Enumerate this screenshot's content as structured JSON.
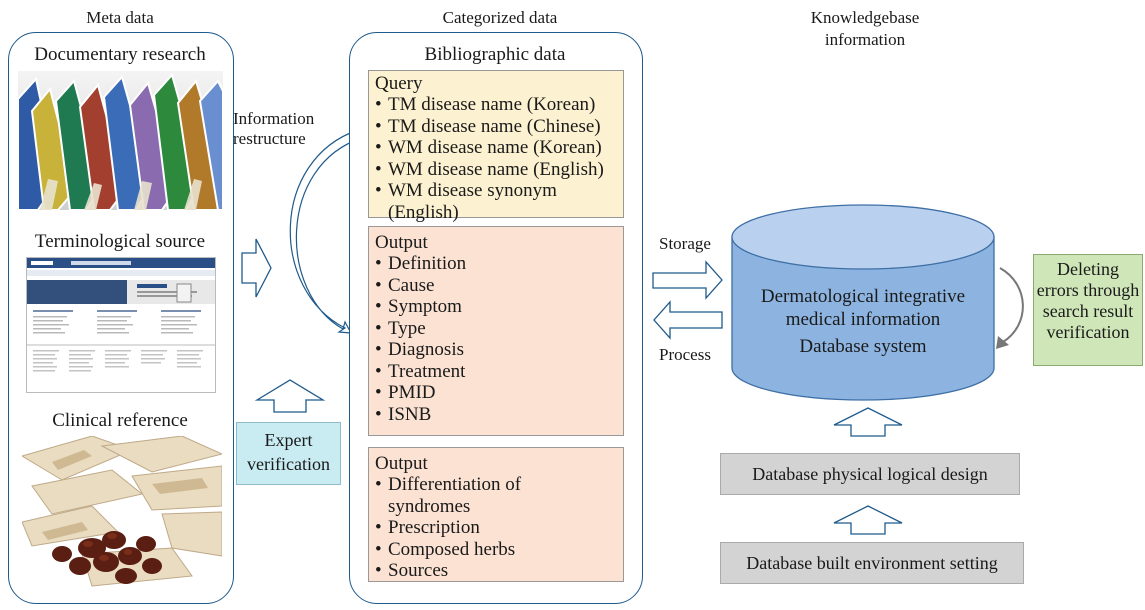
{
  "headers": {
    "meta": "Meta data",
    "categorized": "Categorized data",
    "knowledge": "Knowledgebase information"
  },
  "meta_panel": {
    "documentary": "Documentary research",
    "terminological": "Terminological source",
    "clinical": "Clinical reference"
  },
  "side_labels": {
    "info_restructure": "Information restructure",
    "expert_verification": "Expert verification"
  },
  "categorized_panel": {
    "title": "Bibliographic data",
    "query": {
      "title": "Query",
      "items": [
        "TM disease name (Korean)",
        "TM disease name (Chinese)",
        "WM disease name (Korean)",
        "WM disease name (English)",
        "WM disease synonym (English)"
      ]
    },
    "output1": {
      "title": "Output",
      "items": [
        "Definition",
        "Cause",
        "Symptom",
        "Type",
        "Diagnosis",
        "Treatment",
        "PMID",
        "ISNB"
      ]
    },
    "output2": {
      "title": "Output",
      "items": [
        "Differentiation of syndromes",
        "Prescription",
        "Composed herbs",
        "Sources"
      ]
    }
  },
  "flow": {
    "storage": "Storage",
    "process": "Process"
  },
  "database": {
    "line1": "Dermatological integrative",
    "line2": "medical information",
    "line3": "Database system"
  },
  "verification_box": "Deleting errors through search result verification",
  "design_boxes": {
    "logical_design": "Database physical logical design",
    "environment": "Database built environment setting"
  },
  "colors": {
    "panel_border": "#1f5a8c",
    "query_fill": "#fcf1d0",
    "output_fill": "#fbe2d3",
    "expert_fill": "#c8ecf2",
    "verify_fill": "#cfe6b8",
    "db_fill": "#8db4e0",
    "gray_fill": "#d3d3d3"
  }
}
